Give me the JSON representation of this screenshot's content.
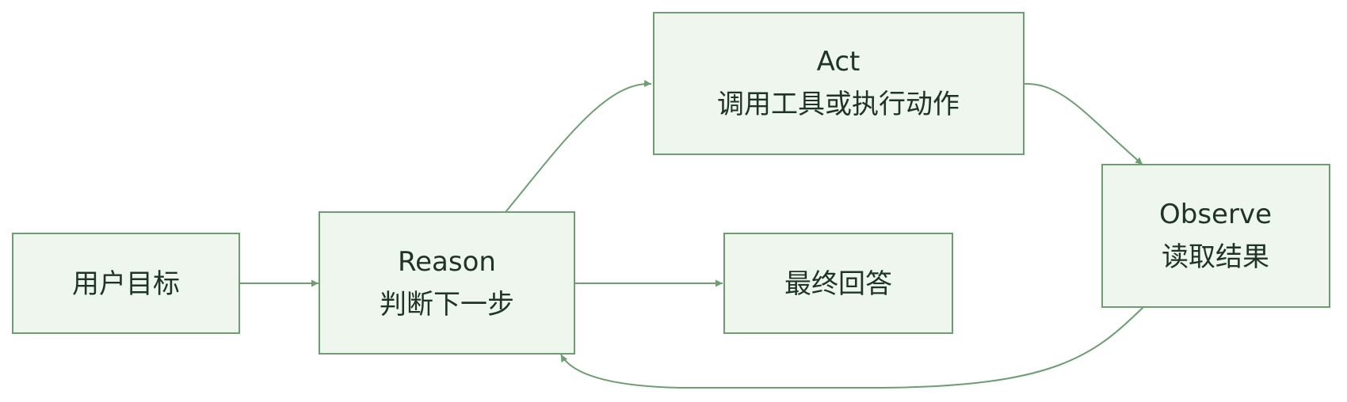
{
  "diagram": {
    "colors": {
      "fill": "#eef6ee",
      "stroke": "#6a9f6f",
      "text": "#1e3524"
    },
    "nodes": {
      "goal": {
        "line1": "用户目标"
      },
      "reason": {
        "line1": "Reason",
        "line2": "判断下一步"
      },
      "act": {
        "line1": "Act",
        "line2": "调用工具或执行动作"
      },
      "observe": {
        "line1": "Observe",
        "line2": "读取结果"
      },
      "answer": {
        "line1": "最终回答"
      }
    },
    "edges": [
      {
        "from": "goal",
        "to": "reason"
      },
      {
        "from": "reason",
        "to": "act"
      },
      {
        "from": "act",
        "to": "observe"
      },
      {
        "from": "observe",
        "to": "reason"
      },
      {
        "from": "reason",
        "to": "answer"
      }
    ]
  }
}
